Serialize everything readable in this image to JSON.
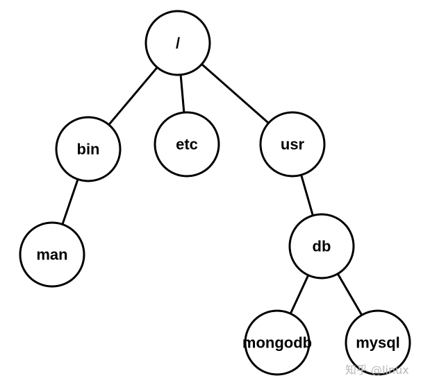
{
  "nodes": {
    "root": "/",
    "bin": "bin",
    "etc": "etc",
    "usr": "usr",
    "man": "man",
    "db": "db",
    "mongodb": "mongodb",
    "mysql": "mysql"
  },
  "edges": [
    [
      "root",
      "bin"
    ],
    [
      "root",
      "etc"
    ],
    [
      "root",
      "usr"
    ],
    [
      "bin",
      "man"
    ],
    [
      "usr",
      "db"
    ],
    [
      "db",
      "mongodb"
    ],
    [
      "db",
      "mysql"
    ]
  ],
  "watermark": "知乎 @linux",
  "colors": {
    "stroke": "#000000",
    "fill": "#ffffff",
    "watermark": "#b8b8b8"
  }
}
